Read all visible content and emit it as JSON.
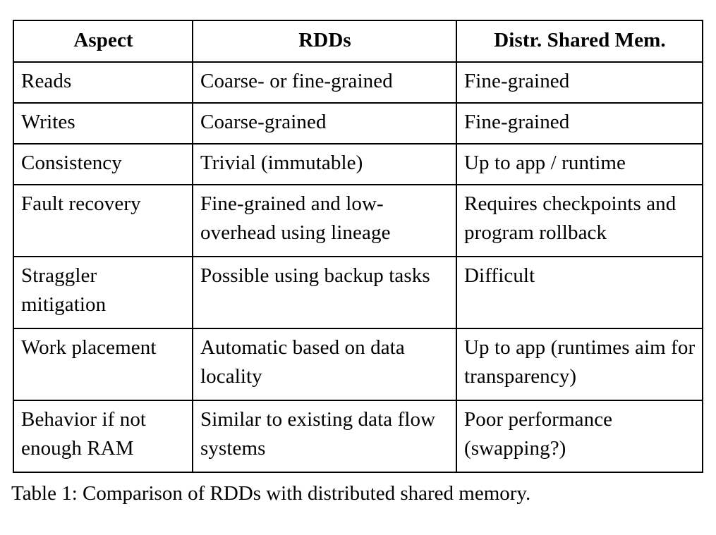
{
  "table": {
    "columns": [
      "Aspect",
      "RDDs",
      "Distr. Shared Mem."
    ],
    "rows": [
      {
        "aspect": "Reads",
        "rdds": "Coarse- or fine-grained",
        "dsm": "Fine-grained"
      },
      {
        "aspect": "Writes",
        "rdds": "Coarse-grained",
        "dsm": "Fine-grained"
      },
      {
        "aspect": "Consistency",
        "rdds": "Trivial (immutable)",
        "dsm": "Up to app / runtime"
      },
      {
        "aspect": "Fault recovery",
        "rdds": "Fine-grained and low-overhead using lineage",
        "dsm": "Requires checkpoints and program rollback"
      },
      {
        "aspect": "Straggler mitigation",
        "rdds": "Possible using backup tasks",
        "dsm": "Difficult"
      },
      {
        "aspect": "Work placement",
        "rdds": "Automatic based on data locality",
        "dsm": "Up to app (runtimes aim for transparency)"
      },
      {
        "aspect": "Behavior if not enough RAM",
        "rdds": "Similar to existing data flow systems",
        "dsm": "Poor performance (swapping?)"
      }
    ]
  },
  "caption": "Table 1: Comparison of RDDs with distributed shared memory."
}
